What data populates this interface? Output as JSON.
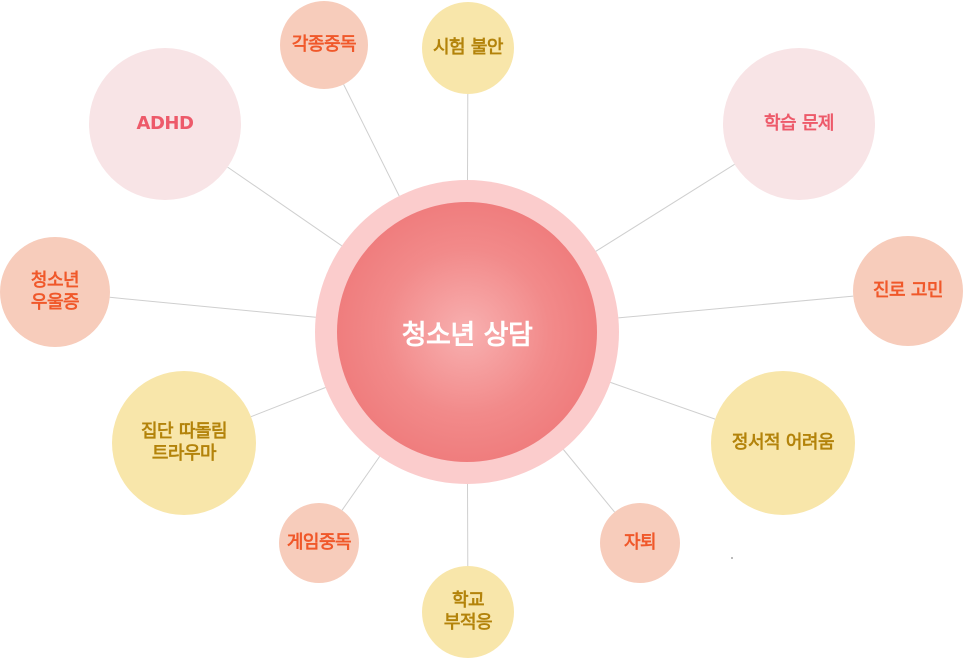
{
  "diagram": {
    "center": {
      "label": "청소년 상담"
    },
    "nodes": [
      {
        "id": "adhd",
        "label": "ADHD",
        "tone": "pink",
        "text_tone": "red"
      },
      {
        "id": "addiction",
        "label": "각종중독",
        "tone": "peach",
        "text_tone": "orange"
      },
      {
        "id": "exam-anxiety",
        "label": "시험 불안",
        "tone": "yellow",
        "text_tone": "gold"
      },
      {
        "id": "study-problem",
        "label": "학습 문제",
        "tone": "pink",
        "text_tone": "red"
      },
      {
        "id": "career",
        "label": "진로 고민",
        "tone": "peach",
        "text_tone": "orange"
      },
      {
        "id": "emotional",
        "label": "정서적 어려움",
        "tone": "yellow",
        "text_tone": "gold"
      },
      {
        "id": "dropout",
        "label": "자퇴",
        "tone": "peach",
        "text_tone": "orange"
      },
      {
        "id": "school-adjust",
        "label": "학교\n부적응",
        "tone": "yellow",
        "text_tone": "gold"
      },
      {
        "id": "game",
        "label": "게임중독",
        "tone": "peach",
        "text_tone": "orange"
      },
      {
        "id": "bullying",
        "label": "집단 따돌림\n트라우마",
        "tone": "yellow",
        "text_tone": "gold"
      },
      {
        "id": "depression",
        "label": "청소년\n우울증",
        "tone": "peach",
        "text_tone": "orange"
      }
    ],
    "colors": {
      "hub_ring": "#fbcccc",
      "hub_core": "#ec6e6f",
      "node_pink": "#f8e4e6",
      "node_peach": "#f7ccbb",
      "node_yellow": "#f8e6aa",
      "text_red": "#ed5a6a",
      "text_orange": "#f0582a",
      "text_gold": "#b3830a",
      "connector": "#cfcfcf"
    }
  }
}
